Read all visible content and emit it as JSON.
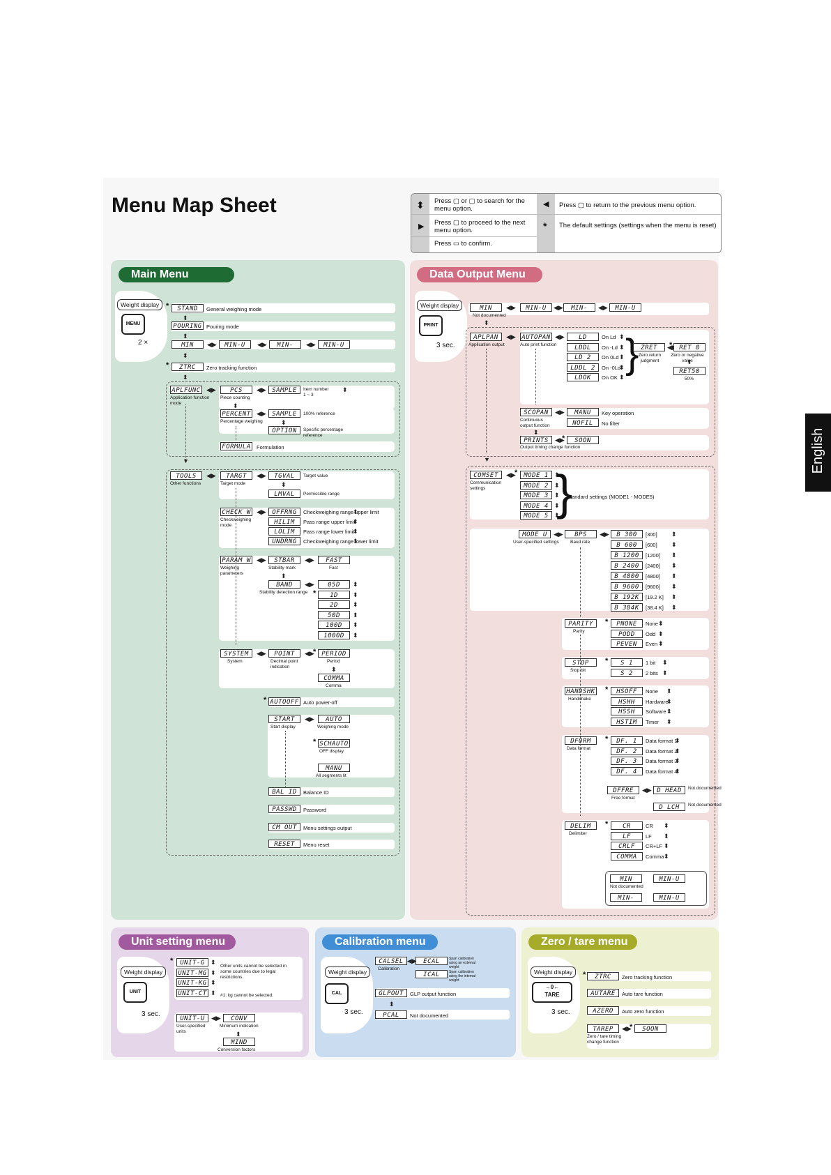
{
  "side_tab": "English",
  "title": "Menu Map Sheet",
  "legend": {
    "search": "Press ▢ or ▢ to search for the menu option.",
    "back": "Press ▢ to return to the previous menu option.",
    "next": "Press ▢ to proceed to the next menu option.",
    "default": "The default settings (settings when the menu is reset)",
    "confirm": "Press ▭ to confirm.",
    "asterisk": "*"
  },
  "main": {
    "title": "Main Menu",
    "weight_display": "Weight display",
    "key": "MENU",
    "presses": "2 ×",
    "stand": "STAND",
    "stand_desc": "General weighing mode",
    "pouring": "POURING",
    "pouring_desc": "Pouring mode",
    "min": [
      "MIN",
      "MIN-U",
      "MIN-",
      "MIN-U"
    ],
    "ztrc": "ZTRC",
    "ztrc_desc": "Zero tracking function",
    "applfunc": "APLFUNC",
    "applfunc_desc": "Application function mode",
    "pcs": "PCS",
    "pcs_desc": "Piece counting",
    "sample": "SAMPLE",
    "item_number": "Item number",
    "item_range": "1 ~ 3",
    "percent": "PERCENT",
    "percent_desc": "Percentage weighing",
    "sample2": "SAMPLE",
    "ref100": "100% reference",
    "option": "OPTION",
    "specific": "Specific percentage reference",
    "formula": "FORMULA",
    "formulation": "Formulation",
    "tools": "TOOLS",
    "tools_desc": "Other functions",
    "target": "TARGT",
    "target_desc": "Target mode",
    "tgval": "TGVAL",
    "target_value": "Target value",
    "lmval": "LMVAL",
    "permissible": "Permissible range",
    "check": "CHECK W",
    "check_desc": "Checkweighing mode",
    "check_rows": [
      [
        "OFFRNG",
        "Checkweighing range upper limit"
      ],
      [
        "HILIM",
        "Pass range upper limit"
      ],
      [
        "LOLIM",
        "Pass range lower limit"
      ],
      [
        "UNDRNG",
        "Checkweighing range lower limit"
      ]
    ],
    "param": "PARAM W",
    "param_desc": "Weighing parameters",
    "stbl": "STBAR",
    "stbl_desc": "Stability mark",
    "fast": "FAST",
    "fast_desc": "Fast",
    "band": "BAND",
    "band_desc": "Stability detection range",
    "band_vals": [
      "05D",
      "1D",
      "2D",
      "50D",
      "100D",
      "1000D"
    ],
    "system": "SYSTEM",
    "system_desc": "System",
    "point": "POINT",
    "point_desc": "Decimal point indication",
    "period": "PERIOD",
    "period_desc": "Period",
    "comma": "COMMA",
    "comma_desc": "Comma",
    "autooff": "AUTOOFF",
    "autooff_desc": "Auto power-off",
    "start": "START",
    "start_desc": "Start display",
    "auto": "AUTO",
    "auto_desc": "Weighing mode",
    "off": "SCHAUTO",
    "off_desc": "OFF display",
    "manu": "MANU",
    "manu_desc": "All segments lit",
    "balid": "BAL ID",
    "balid_desc": "Balance ID",
    "passwd": "PASSWD",
    "passwd_desc": "Password",
    "cmout": "CM OUT",
    "cmout_desc": "Menu settings output",
    "reset": "RESET",
    "reset_desc": "Menu reset"
  },
  "data_output": {
    "title": "Data Output Menu",
    "weight_display": "Weight display",
    "key": "PRINT",
    "hold": "3 sec.",
    "min": [
      "MIN",
      "MIN-U",
      "MIN-",
      "MIN-U"
    ],
    "not_documented": "Not documented",
    "aplpan": "APLPAN",
    "aplpan_desc": "Application output",
    "autopan": "AUTOPAN",
    "autopan_desc": "Auto print function",
    "auto_rows": [
      [
        "LD",
        "On Ld"
      ],
      [
        "LDDL",
        "On -Ld"
      ],
      [
        "LD 2",
        "On 0Ld"
      ],
      [
        "LDDL 2",
        "On -0Ld"
      ],
      [
        "LDOK",
        "On OK"
      ]
    ],
    "zret": "ZRET",
    "zret_desc": "Zero return judgment",
    "ret0": "RET 0",
    "ret0_desc": "Zero or negative value",
    "ret50": "RET50",
    "ret50_desc": "50%",
    "scopan": "SCOPAN",
    "scopan_desc": "Continuous output function",
    "manu": "MANU",
    "manu_desc": "Key operation",
    "nofil": "NOFIL",
    "nofil_desc": "No filter",
    "prints": "PRINTS",
    "prints_desc": "Output timing change function",
    "soon": "SOON",
    "comset": "COMSET",
    "comset_desc": "Communication settings",
    "modes": [
      "MODE 1",
      "MODE 2",
      "MODE 3",
      "MODE 4",
      "MODE 5"
    ],
    "modes_desc": "Standard settings (MODE1 - MODE5)",
    "modeu": "MODE U",
    "modeu_desc": "User-specified settings",
    "bps": "BPS",
    "bps_desc": "Baud rate",
    "baud": [
      [
        "B 300",
        "[300]"
      ],
      [
        "B 600",
        "[600]"
      ],
      [
        "B 1200",
        "[1200]"
      ],
      [
        "B 2400",
        "[2400]"
      ],
      [
        "B 4800",
        "[4800]"
      ],
      [
        "B 9600",
        "[9600]"
      ],
      [
        "B 192K",
        "[19.2 K]"
      ],
      [
        "B 384K",
        "[38.4 K]"
      ]
    ],
    "parity": "PARITY",
    "parity_desc": "Parity",
    "parity_rows": [
      [
        "PNONE",
        "None"
      ],
      [
        "PODD",
        "Odd"
      ],
      [
        "PEVEN",
        "Even"
      ]
    ],
    "stop": "STOP",
    "stop_desc": "Stop bit",
    "stop_rows": [
      [
        "S 1",
        "1 bit"
      ],
      [
        "S 2",
        "2 bits"
      ]
    ],
    "handshk": "HANDSHK",
    "handshk_desc": "Handshake",
    "hs_rows": [
      [
        "HSOFF",
        "None"
      ],
      [
        "HSHH",
        "Hardware"
      ],
      [
        "HSSH",
        "Software"
      ],
      [
        "HSTIM",
        "Timer"
      ]
    ],
    "dform": "DFORM",
    "dform_desc": "Data format",
    "df_rows": [
      [
        "DF. 1",
        "Data format 1"
      ],
      [
        "DF. 2",
        "Data format 2"
      ],
      [
        "DF. 3",
        "Data format 3"
      ],
      [
        "DF. 4",
        "Data format 4"
      ]
    ],
    "dffre": "DFFRE",
    "dffre_desc": "Free format",
    "dhead": "D HEAD",
    "dlch": "D LCH",
    "delim": "DELIM",
    "delim_desc": "Delimiter",
    "delim_rows": [
      [
        "CR",
        "CR"
      ],
      [
        "LF",
        "LF"
      ],
      [
        "CRLF",
        "CR+LF"
      ],
      [
        "COMMA",
        "Comma"
      ]
    ]
  },
  "unit": {
    "title": "Unit setting menu",
    "weight_display": "Weight display",
    "key": "UNIT",
    "hold": "3 sec.",
    "rows": [
      "UNIT-G",
      "UNIT-MG",
      "UNIT-KG",
      "UNIT-CT"
    ],
    "note1": "Other units cannot be selected in some countries due to legal restrictions.",
    "note2": "#1: kg cannot be selected.",
    "unitu": "UNIT-U",
    "unitu_desc": "User-specified units",
    "conv": "CONV",
    "conv_desc": "Minimum indication",
    "mind": "MIND",
    "mind_desc": "Conversion factors"
  },
  "calibration": {
    "title": "Calibration menu",
    "weight_display": "Weight display",
    "key": "CAL",
    "hold": "3 sec.",
    "calsel": "CALSEL",
    "calsel_desc": "Calibration",
    "ecal": "ECAL",
    "ecal_desc": "Span calibration using an external weight",
    "ical": "ICAL",
    "ical_desc": "Span calibration using the internal weight",
    "glpout": "GLPOUT",
    "glpout_desc": "GLP output function",
    "pcal": "PCAL",
    "pcal_desc": "Not documented"
  },
  "zero": {
    "title": "Zero / tare menu",
    "weight_display": "Weight display",
    "key": "TARE",
    "key_top": "→0←",
    "hold": "3 sec.",
    "ztrc": "ZTRC",
    "ztrc_desc": "Zero tracking function",
    "autare": "AUTARE",
    "autare_desc": "Auto tare function",
    "azero": "AZERO",
    "azero_desc": "Auto zero function",
    "tarep": "TAREP",
    "tarep_desc": "Zero / tare timing change function",
    "soon": "SOON"
  },
  "colors": {
    "main": "#cfe4d6",
    "main_pill": "#1e6b33",
    "data": "#f3dede",
    "data_pill": "#d26c82",
    "unit": "#e6d6e9",
    "unit_pill": "#a25a9e",
    "cal": "#c9dcf0",
    "cal_pill": "#3f8ed6",
    "zero": "#eef0d2",
    "zero_pill": "#a6ab2a"
  }
}
